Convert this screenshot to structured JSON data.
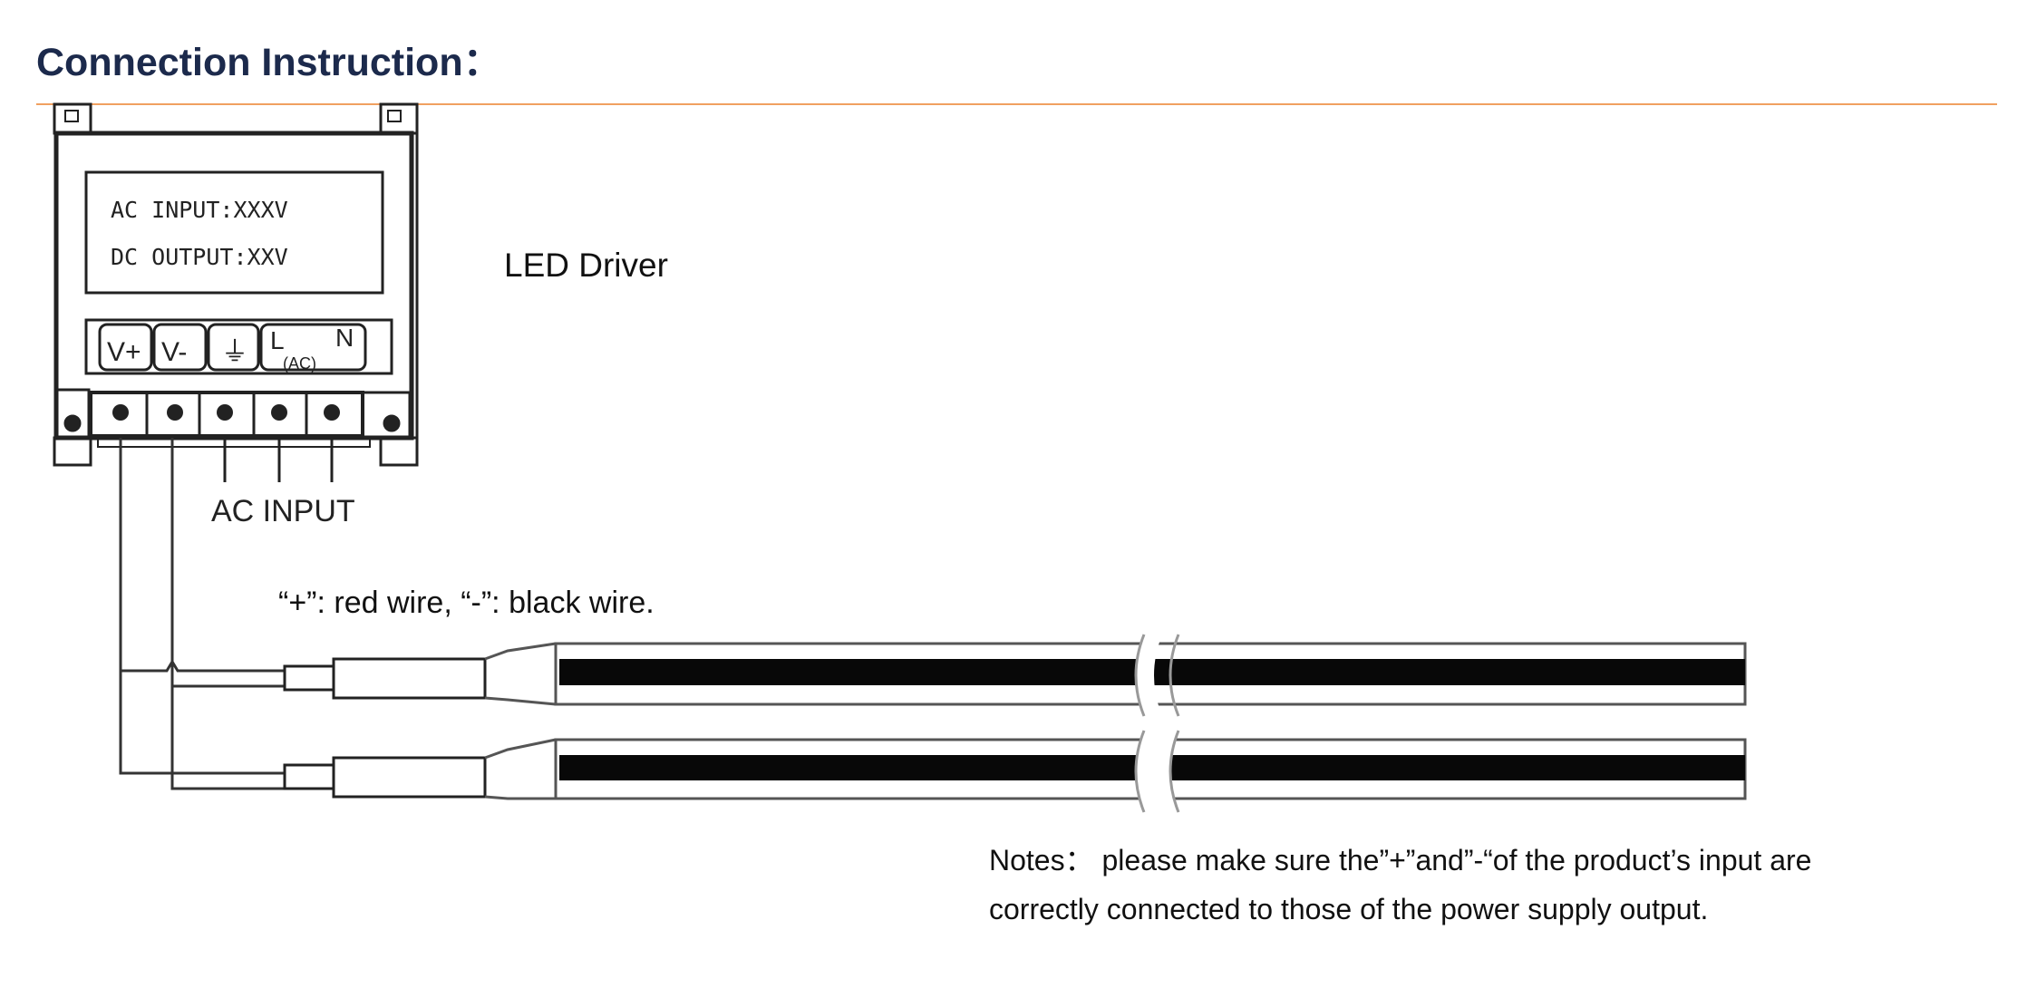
{
  "title": "Connection Instruction：",
  "accent_color": "#f0a060",
  "title_color": "#1c2a4c",
  "diagram": {
    "driver_label": "LED Driver",
    "display_line1": "AC INPUT:XXXV",
    "display_line2": "DC OUTPUT:XXV",
    "terminals": [
      "V+",
      "V-",
      "⏚",
      "L",
      "N"
    ],
    "terminal_sub": "(AC)",
    "ac_input_label": "AC INPUT",
    "wire_note": "“+”: red wire, “-”: black wire."
  },
  "notes": {
    "line1": "Notes：  please make sure the”+”and”-“of the product’s input are",
    "line2": "correctly connected to those of the power supply output."
  }
}
